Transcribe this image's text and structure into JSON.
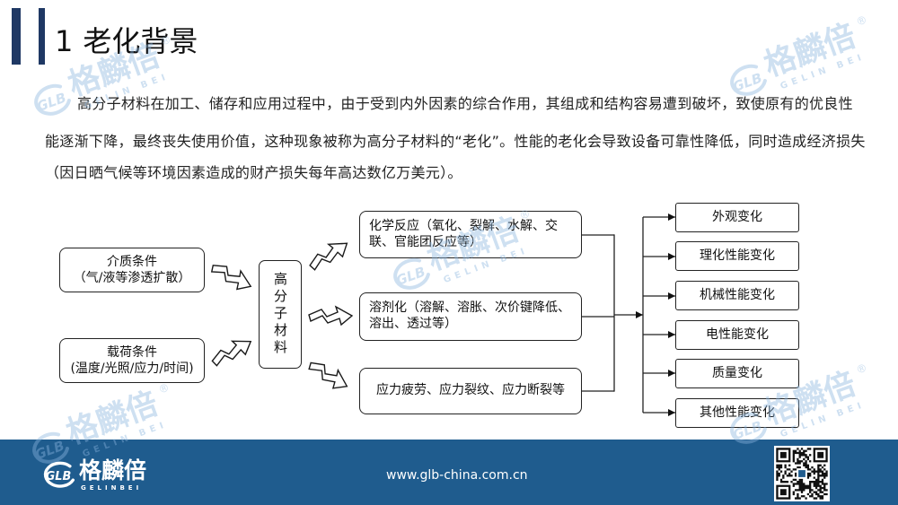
{
  "slide": {
    "title_number": "1",
    "title_text": "老化背景",
    "paragraph_lines": [
      "高分子材料在加工、储存和应用过程中，由于受到内外因素的综合作用，其组成和结构容易遭到破坏，致使原有的优良性",
      "能逐渐下降，最终丧失使用价值，这种现象被称为高分子材料的“老化”。性能的老化会导致设备可靠性降低，同时造成经济损失",
      "（因日晒气候等环境因素造成的财产损失每年高达数亿万美元）。"
    ]
  },
  "diagram": {
    "factors": [
      {
        "title": "介质条件",
        "detail": "（气/液等渗透扩散）"
      },
      {
        "title": "载荷条件",
        "detail": "(温度/光照/应力/时间)"
      }
    ],
    "material": "高分子材料",
    "processes": [
      {
        "lines": [
          "化学反应（氧化、裂解、水解、交",
          "联、官能团反应等）"
        ]
      },
      {
        "lines": [
          "溶剂化（溶解、溶胀、次价键降低、",
          "溶出、透过等）"
        ]
      },
      {
        "lines": [
          "应力疲劳、应力裂纹、应力断裂等"
        ]
      }
    ],
    "effects": [
      "外观变化",
      "理化性能变化",
      "机械性能变化",
      "电性能变化",
      "质量变化",
      "其他性能变化"
    ]
  },
  "watermark": {
    "logo_mark": "GLB",
    "brand_cn": "格麟倍",
    "brand_en": "GELIN BEI",
    "registered": "®"
  },
  "footer": {
    "logo_mark": "GLB",
    "brand_cn": "格麟倍",
    "brand_en": "GELINBEI",
    "website": "www.glb-china.com.cn"
  },
  "colors": {
    "accent": "#1f3864",
    "footer": "#1f5c8e",
    "watermark": "#8cb6df"
  }
}
